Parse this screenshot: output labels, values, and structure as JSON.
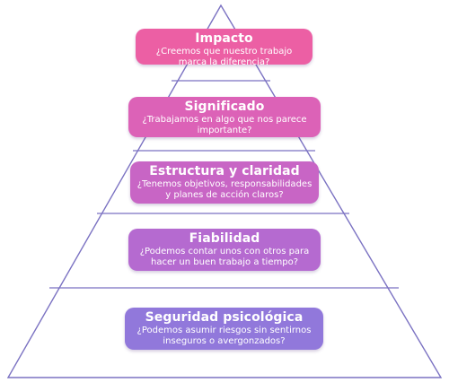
{
  "colors": {
    "line": "#7b72c2",
    "impacto": "#ec5fa4",
    "significado": "#dc62b7",
    "estructura": "#c865c5",
    "fiabilidad": "#b56ad0",
    "seguridad": "#9178db"
  },
  "levels": [
    {
      "title": "Impacto",
      "question": "¿Creemos que nuestro trabajo marca la diferencia?"
    },
    {
      "title": "Significado",
      "question": "¿Trabajamos en algo que nos parece importante?"
    },
    {
      "title": "Estructura y claridad",
      "question": "¿Tenemos objetivos, responsabilidades y planes de acción claros?"
    },
    {
      "title": "Fiabilidad",
      "question": "¿Podemos contar unos con otros para hacer un buen trabajo a tiempo?"
    },
    {
      "title": "Seguridad psicológica",
      "question": "¿Podemos asumir riesgos sin sentirnos inseguros o avergonzados?"
    }
  ]
}
